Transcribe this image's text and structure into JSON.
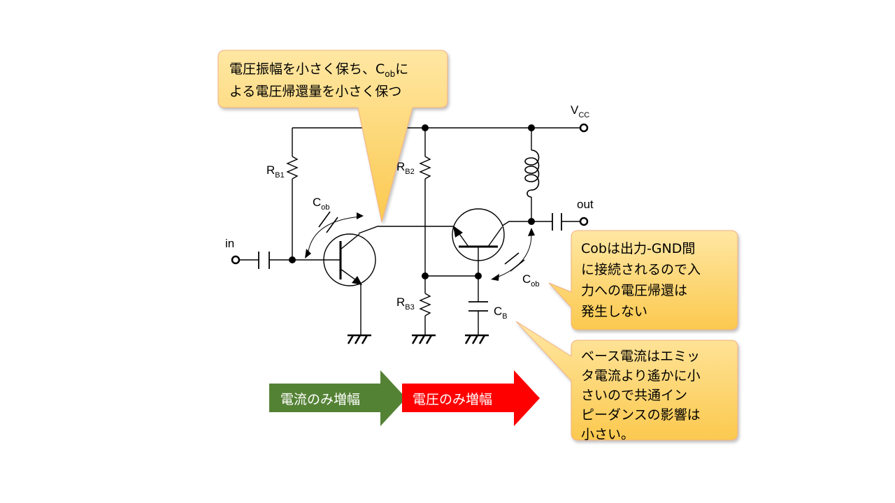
{
  "labels": {
    "vcc_main": "V",
    "vcc_sub": "CC",
    "out": "out",
    "in": "in",
    "rb1_main": "R",
    "rb1_sub": "B1",
    "rb2_main": "R",
    "rb2_sub": "B2",
    "rb3_main": "R",
    "rb3_sub": "B3",
    "cob1_main": "C",
    "cob1_sub": "ob",
    "cob2_main": "C",
    "cob2_sub": "ob",
    "cb_main": "C",
    "cb_sub": "B"
  },
  "callouts": {
    "top": {
      "line1_a": "電圧振幅を小さく保ち、C",
      "line1_sub": "ob",
      "line1_b": "に",
      "line2": "よる電圧帰還量を小さく保つ"
    },
    "right_mid": {
      "lines": [
        "Cobは出力-GND間",
        "に接続されるので入",
        "力への電圧帰還は",
        "発生しない"
      ]
    },
    "right_bottom": {
      "lines": [
        "ベース電流はエミッ",
        "タ電流より遙かに小",
        "さいので共通イン",
        "ピーダンスの影響は",
        "小さい。"
      ]
    }
  },
  "arrows": {
    "green": {
      "label": "電流のみ増幅",
      "color": "#548235"
    },
    "red": {
      "label": "電圧のみ増幅",
      "color": "#ff0000"
    }
  },
  "colors": {
    "callout_fill": "#ffd966",
    "callout_stroke": "#f4b183",
    "wire": "#000000"
  }
}
